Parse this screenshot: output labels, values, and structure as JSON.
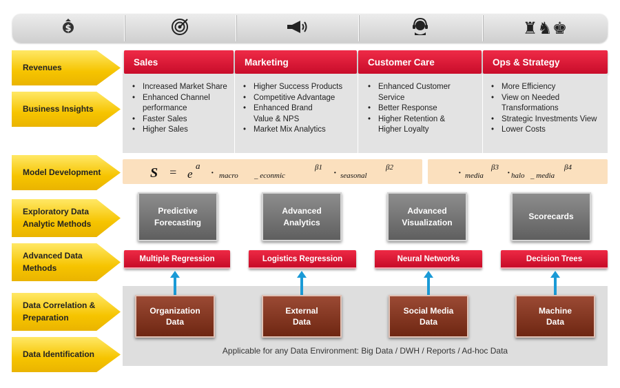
{
  "icons": [
    "dollar-sign-icon",
    "target-icon",
    "megaphone-icon",
    "headset-icon",
    "chess-pieces-icon"
  ],
  "rows": [
    "Revenues",
    "Business Insights",
    "Model Development",
    "Exploratory Data Analytic Methods",
    "Advanced Data Methods",
    "Data Correlation & Preparation",
    "Data Identification"
  ],
  "columns": [
    {
      "title": "Sales",
      "insights": [
        "Increased Market Share",
        "Enhanced Channel performance",
        "Faster Sales",
        "Higher Sales"
      ]
    },
    {
      "title": "Marketing",
      "insights": [
        "Higher Success Products",
        "Competitive Advantage",
        "Enhanced Brand Value & NPS",
        "Market Mix Analytics"
      ]
    },
    {
      "title": "Customer Care",
      "insights": [
        "Enhanced Customer Service",
        "Better Response",
        "Higher Retention & Higher Loyalty"
      ]
    },
    {
      "title": "Ops & Strategy",
      "insights": [
        "More Efficiency",
        "View on Needed Transformations",
        "Strategic Investments View",
        "Lower Costs"
      ]
    }
  ],
  "formula": {
    "lhs": "S",
    "eq": "=",
    "base": "e",
    "exp": "a",
    "dot": "·",
    "t1": "macro",
    "t2": "_ econmic",
    "b1": "β1",
    "t3": "seasonal",
    "b2": "β2",
    "t4": "media",
    "b3": "β3",
    "t5": "halo",
    "t6": "_ media",
    "b4": "β4"
  },
  "exploratory_methods": [
    "Predictive Forecasting",
    "Advanced Analytics",
    "Advanced Visualization",
    "Scorecards"
  ],
  "advanced_methods": [
    "Multiple Regression",
    "Logistics Regression",
    "Neural Networks",
    "Decision Trees"
  ],
  "data_sources": [
    "Organization Data",
    "External Data",
    "Social Media Data",
    "Machine Data"
  ],
  "applicable_note": "Applicable for any Data Environment: Big Data / DWH / Reports / Ad-hoc Data",
  "colors": {
    "red": "#d81533",
    "yellow": "#f6c400",
    "grey": "#6f6f6f",
    "brown": "#7d3018",
    "arrow_blue": "#1a9ad6",
    "peach": "#fbe0be"
  }
}
